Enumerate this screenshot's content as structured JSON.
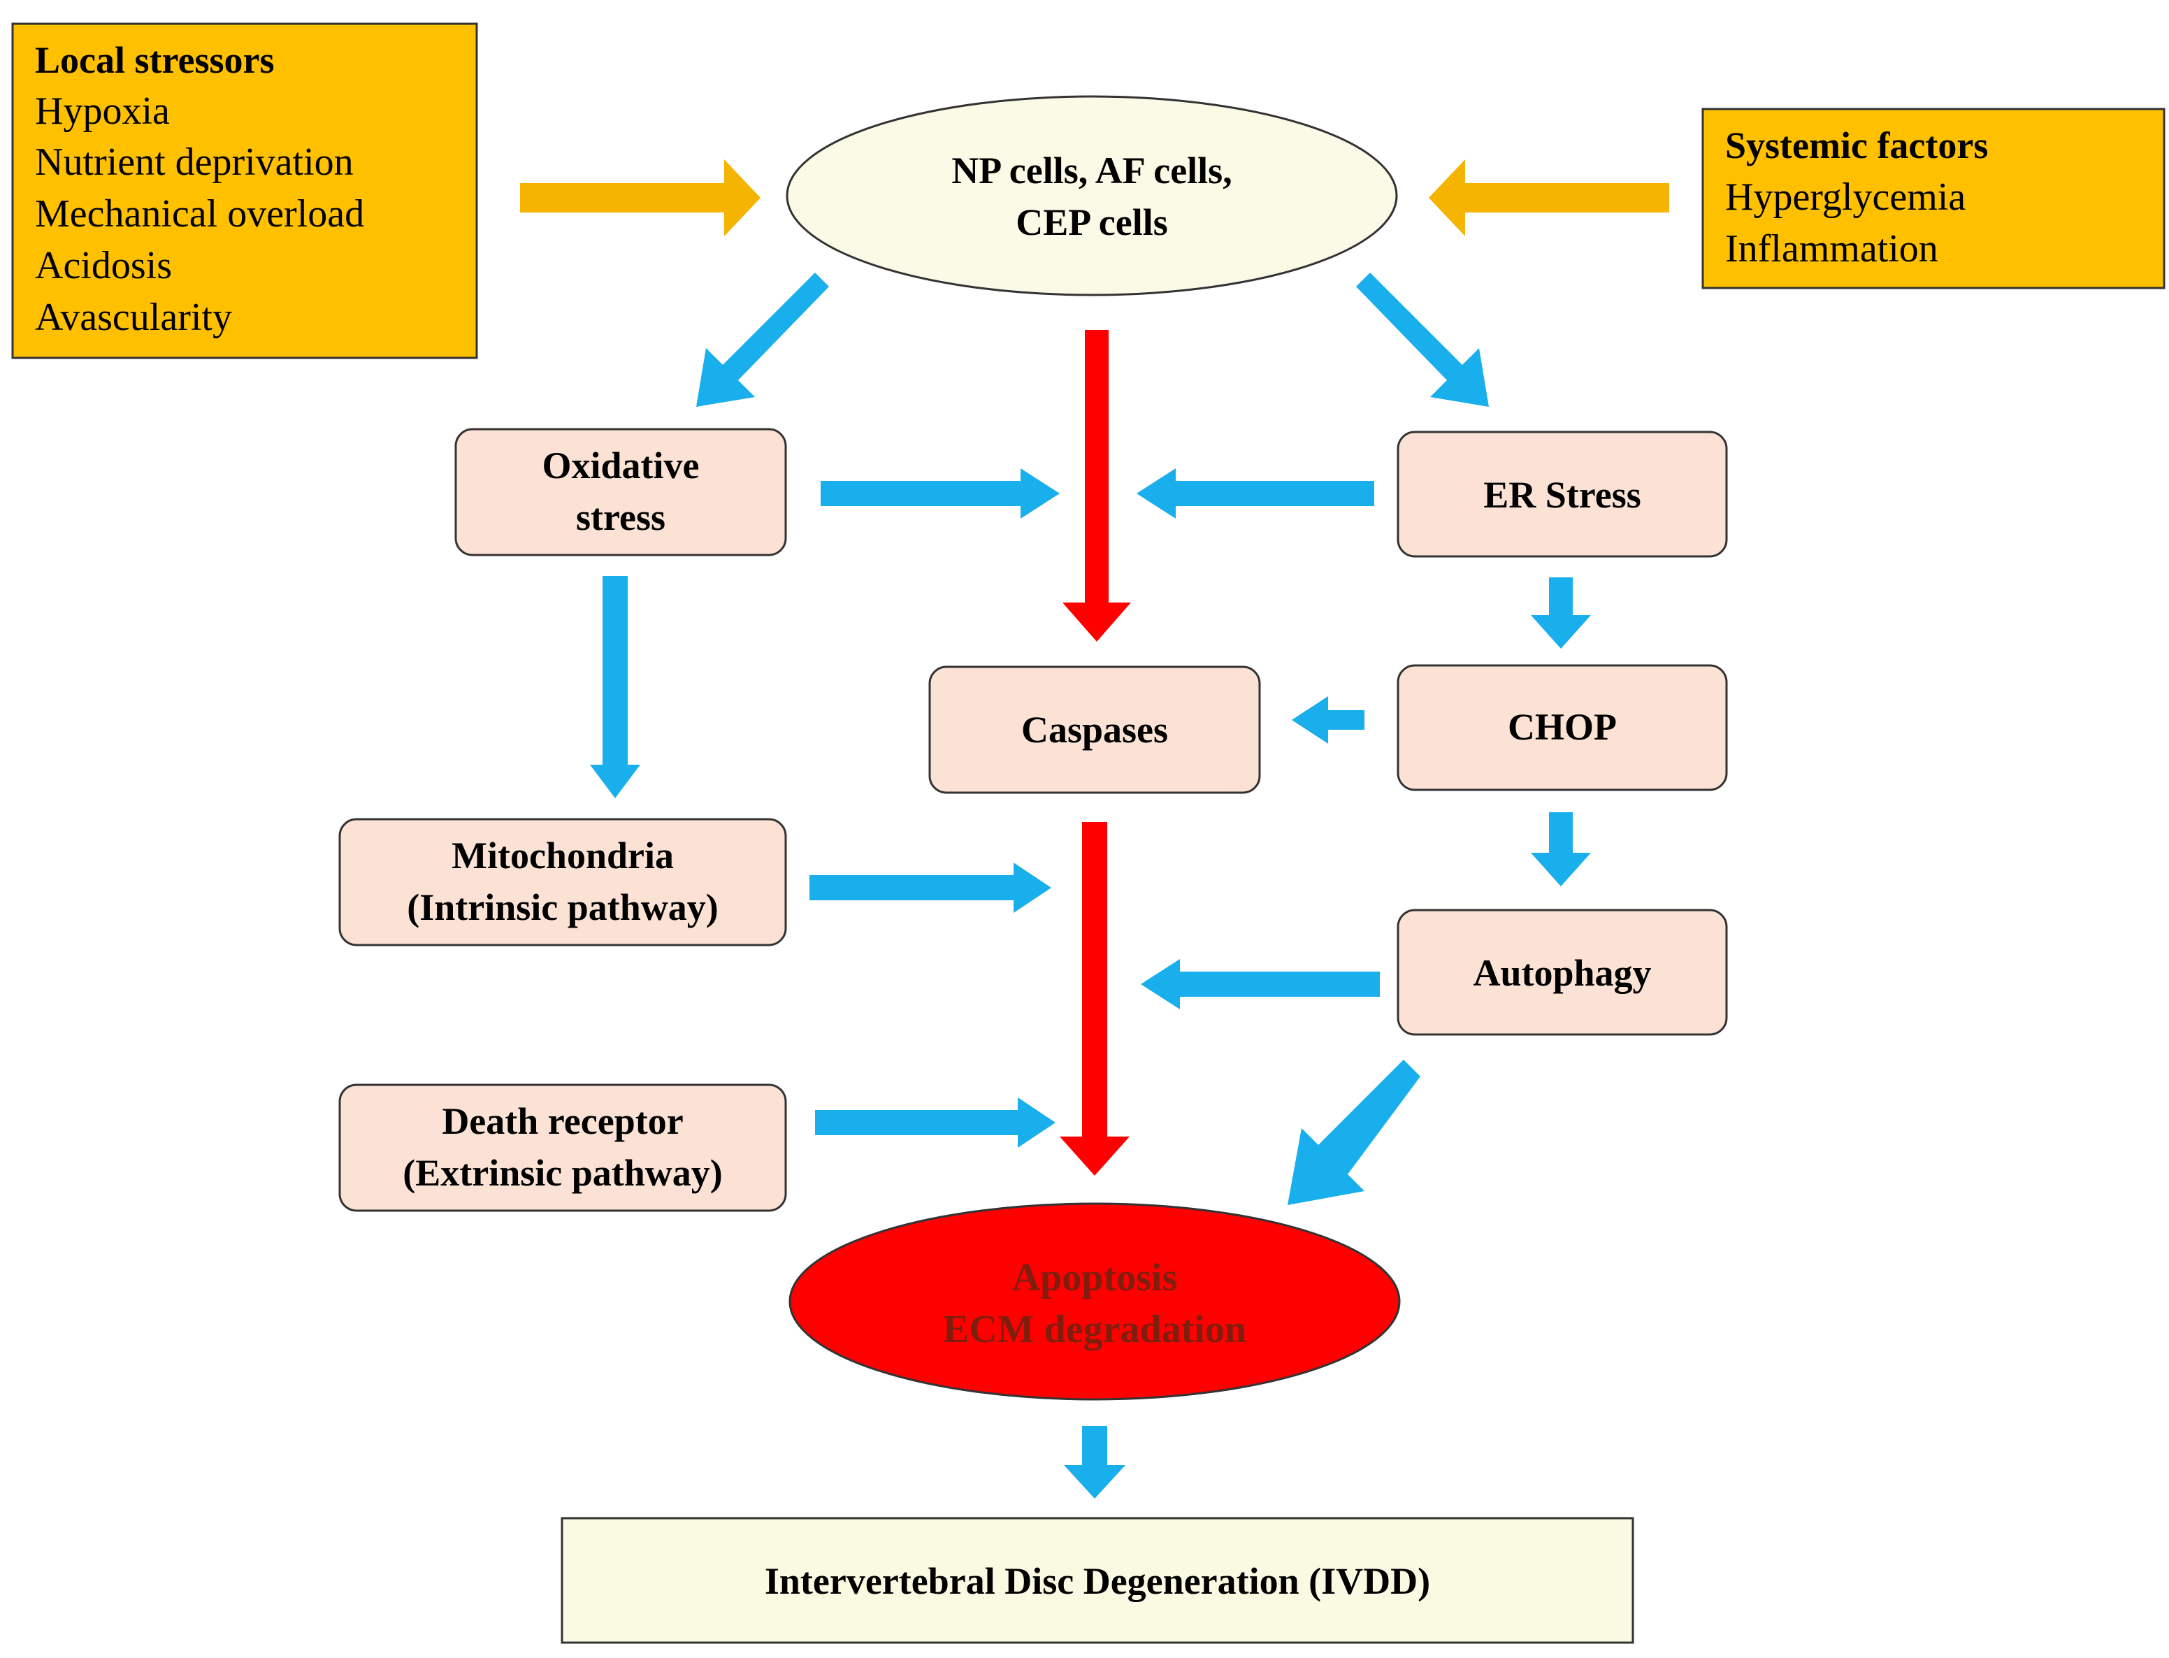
{
  "local_stressors": {
    "title": "Local stressors",
    "items": [
      "Hypoxia",
      "Nutrient deprivation",
      "Mechanical overload",
      "Acidosis",
      "Avascularity"
    ]
  },
  "systemic_factors": {
    "title": "Systemic factors",
    "items": [
      "Hyperglycemia",
      "Inflammation"
    ]
  },
  "cells": {
    "line1": "NP cells, AF cells,",
    "line2": "CEP cells"
  },
  "oxidative_stress": {
    "line1": "Oxidative",
    "line2": "stress"
  },
  "er_stress": "ER Stress",
  "caspases": "Caspases",
  "chop": "CHOP",
  "mitochondria": {
    "line1": "Mitochondria",
    "line2": "(Intrinsic pathway)"
  },
  "autophagy": "Autophagy",
  "death_receptor": {
    "line1": "Death receptor",
    "line2": "(Extrinsic pathway)"
  },
  "outcome": {
    "line1": "Apoptosis",
    "line2": "ECM degradation"
  },
  "ivdd": "Intervertebral Disc Degeneration (IVDD)",
  "colors": {
    "orange_box": "#FFC000",
    "orange_arrow": "#F5B400",
    "blue_arrow": "#19AEEC",
    "red": "#FF0000",
    "node_fill": "#FBE2D5",
    "node_stroke": "#333333",
    "cells_fill": "#FAFAE6",
    "ivdd_fill": "#FAFAE3",
    "apoptosis_text": "#7F1E0E"
  }
}
